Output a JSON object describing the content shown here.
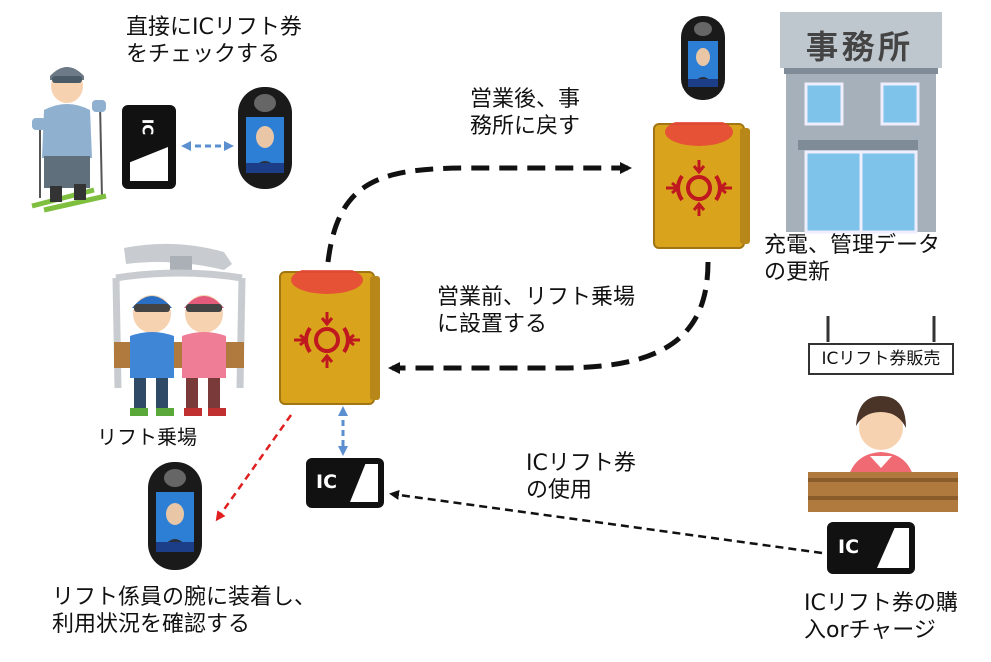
{
  "labels": {
    "check_direct": [
      "直接にICリフト券",
      "をチェックする"
    ],
    "after_business": [
      "営業後、事",
      "務所に戻す"
    ],
    "office_sign": "事務所",
    "charge_update": [
      "充電、管理データ",
      "の更新"
    ],
    "before_business": [
      "営業前、リフト乗場",
      "に設置する"
    ],
    "lift_station": "リフト乗場",
    "ticket_sales_sign": "ICリフト券販売",
    "ic_use": [
      "ICリフト券",
      "の使用"
    ],
    "staff_wear": [
      "リフト係員の腕に装着し、",
      "利用状況を確認する"
    ],
    "purchase": [
      "ICリフト券の購",
      "入orチャージ"
    ]
  },
  "icons": {
    "skier": "skier-icon",
    "office": "office-building-icon",
    "lift": "chairlift-icon",
    "reader": "ic-reader-icon",
    "wearable": "wearable-device-icon",
    "seller": "ticket-seller-icon",
    "card": "ic-card-icon"
  },
  "card_text": "IC",
  "colors": {
    "arrow_main": "#111111",
    "arrow_blue": "#5b8fd0",
    "arrow_red": "#e02020",
    "reader_body": "#d9a41c",
    "reader_light": "#e8443a"
  }
}
